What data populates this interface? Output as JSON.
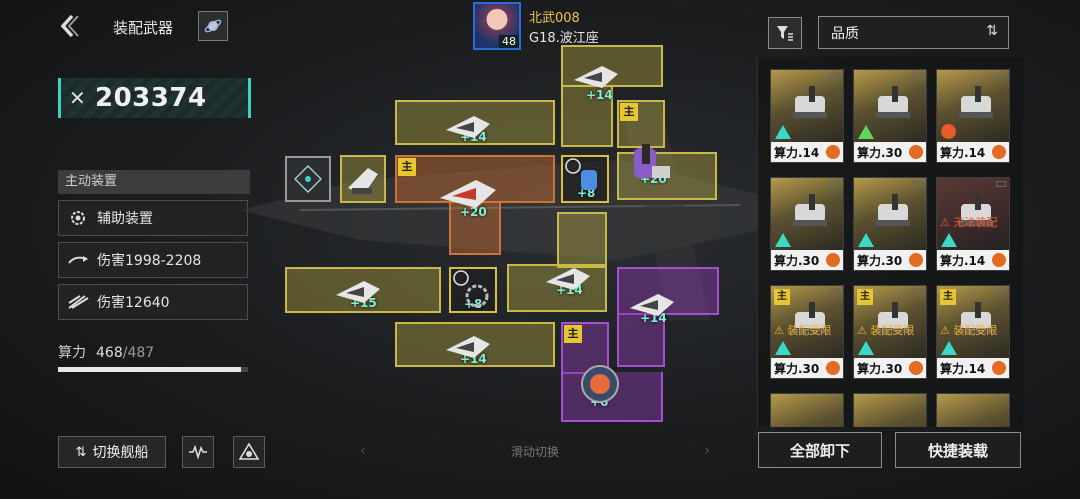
{
  "header": {
    "title": "装配武器",
    "back_icon": "chevron-left-icon",
    "planet_icon": "planet-icon"
  },
  "power": {
    "value": "203374"
  },
  "side_panel": {
    "section_label": "主动装置",
    "items": [
      {
        "label": "辅助装置",
        "icon": "gear-icon"
      },
      {
        "label": "伤害1998-2208",
        "icon": "missile-icon"
      },
      {
        "label": "伤害12640",
        "icon": "slash-icon"
      }
    ]
  },
  "compute": {
    "label": "算力",
    "used": "468",
    "sep": "/",
    "max": "487",
    "fraction": 0.961
  },
  "buttons": {
    "switch_ship": "切换舰船",
    "switch_icon": "swap-icon",
    "left_icon": "waveform-icon",
    "right_icon": "fleet-icon",
    "unequip_all": "全部卸下",
    "quick_equip": "快捷装载"
  },
  "player": {
    "name": "北武008",
    "level": "48",
    "server": "G18.波江座"
  },
  "slider_hint": "滑动切换",
  "slots": [
    {
      "id": "top",
      "level": "+14",
      "color": "yellow",
      "main": false
    },
    {
      "id": "upper-left",
      "level": "+14",
      "color": "yellow",
      "main": false
    },
    {
      "id": "upper-right",
      "level": "+20",
      "color": "purple",
      "main": true
    },
    {
      "id": "small-left",
      "level": "",
      "color": "yellow",
      "main": false
    },
    {
      "id": "center-big",
      "level": "+20",
      "color": "orange",
      "main": true
    },
    {
      "id": "small-center",
      "level": "+8",
      "color": "yellow",
      "main": false
    },
    {
      "id": "left-low",
      "level": "+15",
      "color": "yellow",
      "main": false
    },
    {
      "id": "small-low",
      "level": "+8",
      "color": "yellow",
      "main": false
    },
    {
      "id": "mid-right",
      "level": "+14",
      "color": "yellow",
      "main": false
    },
    {
      "id": "right-low",
      "level": "+14",
      "color": "purple",
      "main": false
    },
    {
      "id": "bottom",
      "level": "+14",
      "color": "yellow",
      "main": false
    },
    {
      "id": "pod",
      "level": "+6",
      "color": "purple",
      "main": true
    }
  ],
  "main_badge": "主",
  "filter": {
    "icon": "filter-icon",
    "sort_label": "品质",
    "sort_icon": "sort-icon"
  },
  "inventory": [
    {
      "power": "算力.14",
      "status": "",
      "main": false
    },
    {
      "power": "算力.30",
      "status": "",
      "main": false
    },
    {
      "power": "算力.14",
      "status": "",
      "main": false
    },
    {
      "power": "算力.30",
      "status": "",
      "main": false
    },
    {
      "power": "算力.30",
      "status": "",
      "main": false
    },
    {
      "power": "算力.14",
      "status": "无法装配",
      "main": false
    },
    {
      "power": "算力.30",
      "status": "装配受限",
      "main": true
    },
    {
      "power": "算力.30",
      "status": "装配受限",
      "main": true
    },
    {
      "power": "算力.14",
      "status": "装配受限",
      "main": true
    }
  ],
  "colors": {
    "accent": "#3bd1c3",
    "yellow_slot": "#c9b84a",
    "orange_slot": "#cc7437",
    "purple_slot": "#a54ed0",
    "gold_text": "#f0c24a"
  }
}
